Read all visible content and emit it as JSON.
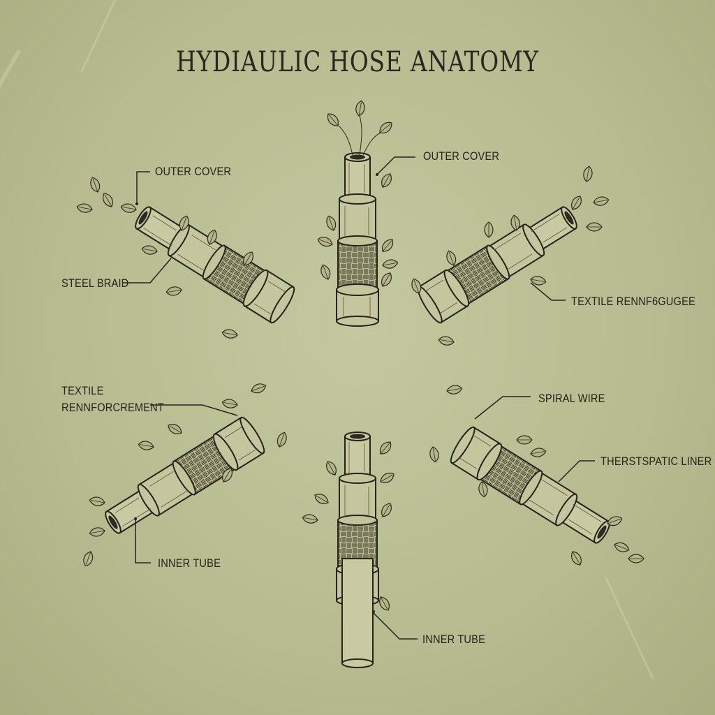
{
  "title": "HYDIAULIC HOSE ANATOMY",
  "colors": {
    "background": "#bcc093",
    "ink": "#26231c",
    "hose_fill": "#c8c9a0"
  },
  "hoses": [
    {
      "position": "top-center",
      "orientation": "vertical, opening up"
    },
    {
      "position": "upper-left",
      "orientation": "diagonal, opening upper-left"
    },
    {
      "position": "upper-right",
      "orientation": "diagonal, opening upper-right"
    },
    {
      "position": "lower-left",
      "orientation": "diagonal, opening lower-left"
    },
    {
      "position": "lower-right",
      "orientation": "diagonal, opening lower-right"
    },
    {
      "position": "bottom-center",
      "orientation": "vertical, opening up"
    }
  ],
  "labels": {
    "outer_cover_left": "OUTER COVER",
    "steel_braid": "STEEL BRAID",
    "outer_cover_top": "OUTER COVER",
    "textile_right": "TEXTILE RENNF6GUGEE",
    "textile_left_line1": "TEXTILE",
    "textile_left_line2": "RENNFORCREMENT",
    "spiral_wire": "SPIRAL WIRE",
    "thermoplastic_liner": "THERSTSPATIC LINER",
    "inner_tube_left": "INNER TUBE",
    "inner_tube_bottom": "INNER TUBE"
  }
}
